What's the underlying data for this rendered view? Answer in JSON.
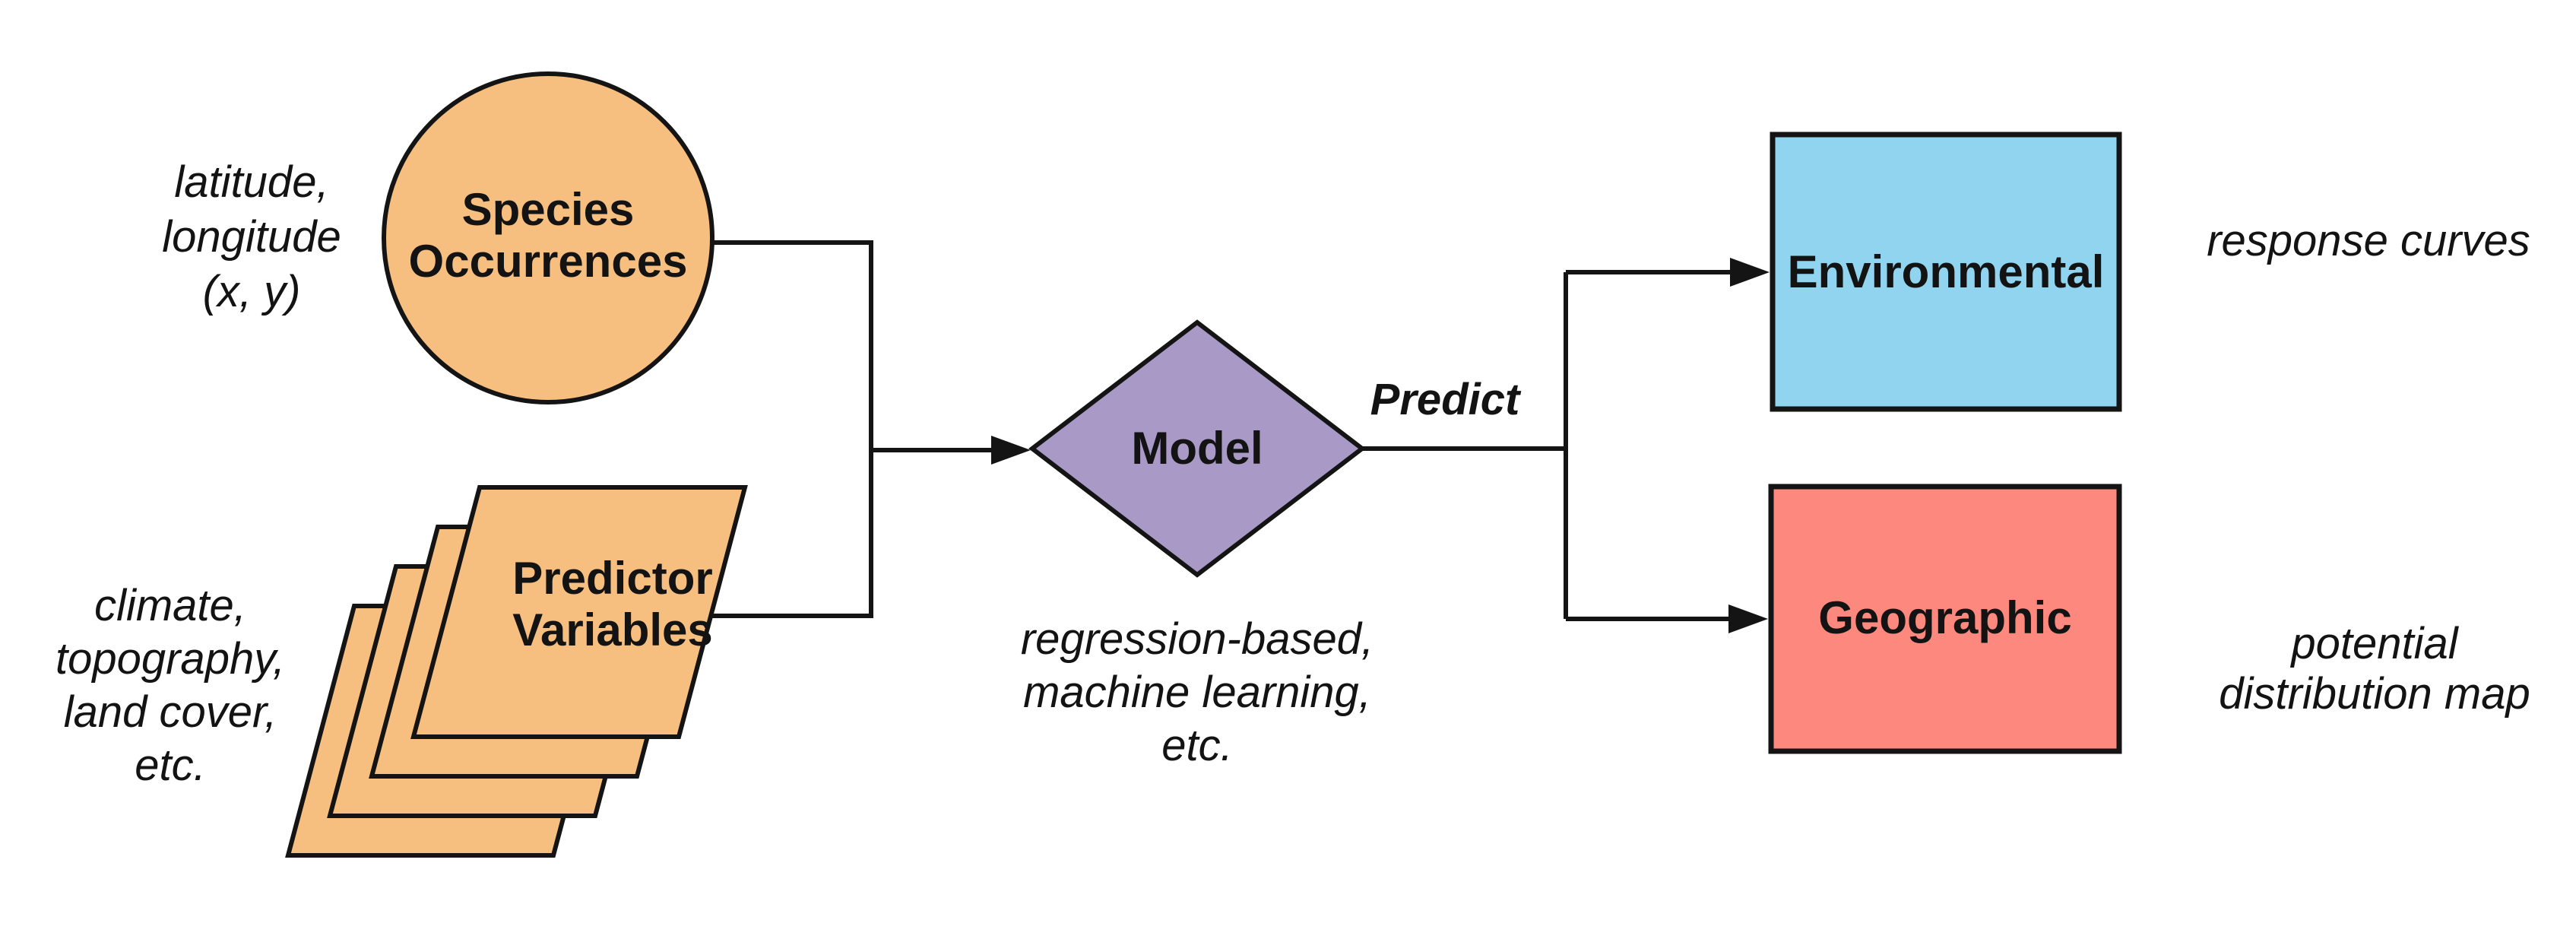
{
  "figure": {
    "background": "#ffffff",
    "outline_color": "#141414",
    "text_color": "#131313"
  },
  "colors": {
    "orange": "#f7bf7f",
    "purple": "#a999c6",
    "blue": "#90d4ef",
    "salmon": "#fc887e",
    "line": "#141414"
  },
  "nodes": {
    "species_occurrences": {
      "shape": "circle",
      "lines": [
        "Species",
        "Occurrences"
      ]
    },
    "predictor_variables": {
      "shape": "layer-stack",
      "lines": [
        "Predictor",
        "Variables"
      ]
    },
    "model": {
      "shape": "diamond",
      "label": "Model"
    },
    "environmental": {
      "shape": "rect",
      "label": "Environmental"
    },
    "geographic": {
      "shape": "rect",
      "label": "Geographic"
    }
  },
  "annotations": {
    "species_inputs": {
      "lines": [
        "latitude,",
        "longitude",
        "(x, y)"
      ]
    },
    "predictor_inputs": {
      "lines": [
        "climate,",
        "topography,",
        "land cover,",
        "etc."
      ]
    },
    "model_types": {
      "lines": [
        "regression-based,",
        "machine learning,",
        "etc."
      ]
    },
    "predict": {
      "label": "Predict"
    },
    "environmental_output": {
      "label": "response curves"
    },
    "geographic_output": {
      "lines": [
        "potential",
        "distribution map"
      ]
    }
  }
}
